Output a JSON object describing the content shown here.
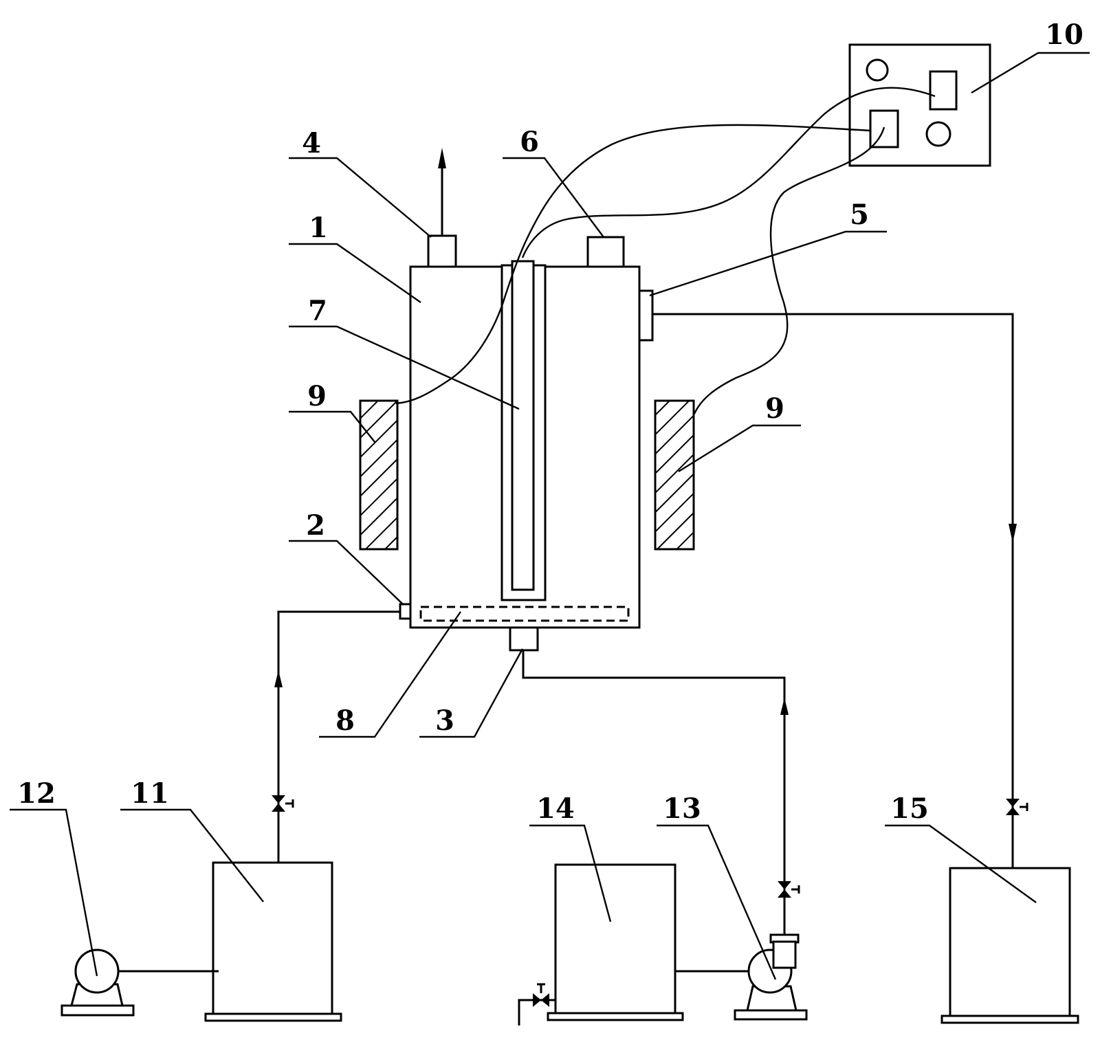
{
  "labels": {
    "n1": "1",
    "n2": "2",
    "n3": "3",
    "n4": "4",
    "n5": "5",
    "n6": "6",
    "n7": "7",
    "n8": "8",
    "n9_left": "9",
    "n9_right": "9",
    "n10": "10",
    "n11": "11",
    "n12": "12",
    "n13": "13",
    "n14": "14",
    "n15": "15"
  }
}
